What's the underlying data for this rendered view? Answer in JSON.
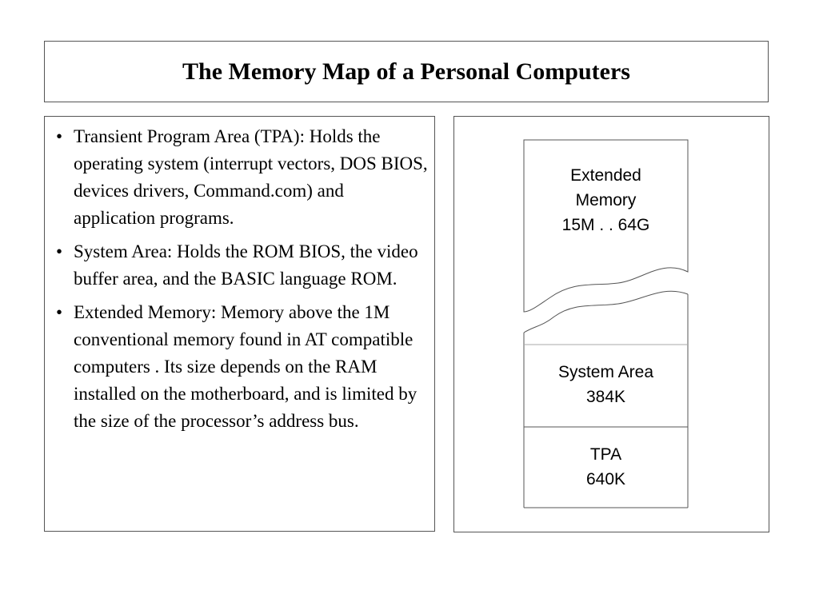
{
  "title": "The Memory Map of a Personal Computers",
  "bullets": [
    {
      "text": "Transient Program Area (TPA): Holds the operating system (interrupt vectors, DOS BIOS, devices drivers, Command.com) and application programs."
    },
    {
      "text": "System Area: Holds the ROM BIOS, the video buffer area, and the BASIC language ROM."
    },
    {
      "text": "Extended Memory: Memory above the 1M conventional memory found in AT compatible computers . Its size depends on the RAM installed on the motherboard, and is limited by the size of the processor’s address bus."
    }
  ],
  "memory_map": {
    "extended": {
      "line1": "Extended",
      "line2": "Memory",
      "line3": "15M . . 64G"
    },
    "system": {
      "line1": "System Area",
      "line2": "384K"
    },
    "tpa": {
      "line1": "TPA",
      "line2": "640K"
    }
  }
}
